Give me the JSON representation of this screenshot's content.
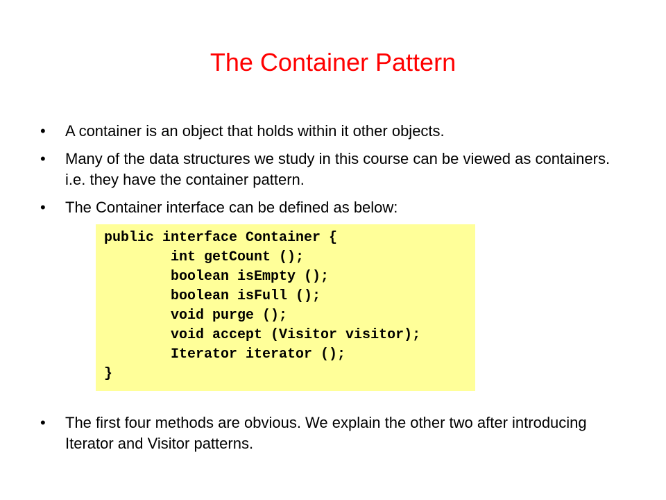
{
  "slide": {
    "title": "The Container Pattern",
    "bullet_symbol": "•",
    "bullets": [
      "A container is an object that holds within it other objects.",
      "Many of the data structures we study in this course can be viewed as containers.  i.e. they have the container pattern.",
      "The Container interface can be defined as below:",
      "The first four methods are obvious.  We explain the other two after introducing Iterator and Visitor patterns."
    ],
    "code": {
      "background": "#ffff99",
      "lines": [
        "public interface Container {",
        "        int getCount ();",
        "        boolean isEmpty ();",
        "        boolean isFull ();",
        "        void purge ();",
        "        void accept (Visitor visitor);",
        "        Iterator iterator ();",
        "}"
      ]
    },
    "title_color": "#ff0000"
  }
}
